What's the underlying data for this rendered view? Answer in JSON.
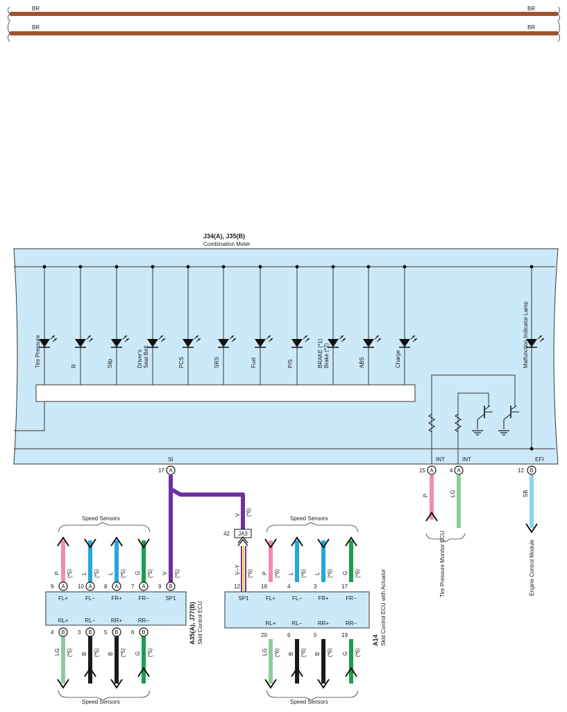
{
  "top_wires": [
    {
      "left_label": "BR",
      "right_label": "BR"
    },
    {
      "left_label": "BR",
      "right_label": "BR"
    }
  ],
  "meter": {
    "id": "J34(A), J35(B)",
    "name": "Combination Meter",
    "lamps": [
      "Tire Pressure",
      "R",
      "Slip",
      "Driver's Seat Belt",
      "PCS",
      "SRS",
      "Fuel",
      "P/S",
      "BRAKE (*1) Brake (*2)",
      "ABS",
      "Charge"
    ],
    "mil": "Malfunction Indicator Lamp",
    "terminals": {
      "si": {
        "label": "SI",
        "pin": "17",
        "conn": "A"
      },
      "int1": {
        "label": "INT",
        "pin": "15",
        "conn": "A"
      },
      "int2": {
        "label": "INT",
        "pin": "4",
        "conn": "A"
      },
      "efi": {
        "label": "EFI",
        "pin": "12",
        "conn": "B"
      }
    }
  },
  "tpms": {
    "name": "Tire Pressure Monitor ECU",
    "wire1": "P",
    "wire2": "LG"
  },
  "ecm": {
    "name": "Engine Control Module",
    "wire": "SB"
  },
  "junction": {
    "pin": "42",
    "name": "JA3",
    "wire": "V",
    "note": "(*6)"
  },
  "ecu_left": {
    "id": "A35(A), J77(B)",
    "name": "Skid Control ECU",
    "top_group": "Speed Sensors",
    "bottom_group": "Speed Sensors",
    "top_pins": [
      {
        "pin": "9",
        "conn": "A",
        "label": "FL+",
        "wire": "P",
        "note": "(*5)"
      },
      {
        "pin": "10",
        "conn": "A",
        "label": "FL−",
        "wire": "L",
        "note": "(*5)"
      },
      {
        "pin": "8",
        "conn": "A",
        "label": "FR+",
        "wire": "L",
        "note": "(*5)"
      },
      {
        "pin": "7",
        "conn": "A",
        "label": "FR−",
        "wire": "G",
        "note": "(*5)"
      },
      {
        "pin": "9",
        "conn": "B",
        "label": "SP1",
        "wire": "V",
        "note": "(*5)"
      }
    ],
    "bottom_pins": [
      {
        "pin": "4",
        "conn": "B",
        "label": "RL+",
        "wire": "LG",
        "note": "(*5)"
      },
      {
        "pin": "3",
        "conn": "B",
        "label": "RL−",
        "wire": "B",
        "note": "(*5)"
      },
      {
        "pin": "5",
        "conn": "B",
        "label": "RR+",
        "wire": "B",
        "note": "(*5)"
      },
      {
        "pin": "6",
        "conn": "B",
        "label": "RR−",
        "wire": "G",
        "note": "(*5)"
      }
    ]
  },
  "ecu_right": {
    "id": "A14",
    "name": "Skid Control ECU with Actuator",
    "top_group": "Speed Sensors",
    "bottom_group": "Speed Sensors",
    "top_pins": [
      {
        "pin": "12",
        "label": "SP1",
        "wire": "V−Y",
        "note": "(*6)"
      },
      {
        "pin": "18",
        "label": "FL+",
        "wire": "P",
        "note": "(*6)"
      },
      {
        "pin": "4",
        "label": "FL−",
        "wire": "L",
        "note": "(*6)"
      },
      {
        "pin": "3",
        "label": "FR+",
        "wire": "L",
        "note": "(*6)"
      },
      {
        "pin": "17",
        "label": "FR−",
        "wire": "G",
        "note": "(*6)"
      }
    ],
    "bottom_pins": [
      {
        "pin": "20",
        "label": "RL+",
        "wire": "LG",
        "note": "(*6)"
      },
      {
        "pin": "6",
        "label": "RL−",
        "wire": "B",
        "note": "(*6)"
      },
      {
        "pin": "5",
        "label": "RR+",
        "wire": "B",
        "note": "(*6)"
      },
      {
        "pin": "19",
        "label": "RR−",
        "wire": "G",
        "note": "(*6)"
      }
    ]
  },
  "colors": {
    "panel": "#cce9f9",
    "wire_br": "#a0522d",
    "wire_v": "#7030a0",
    "P": "#f28ab8",
    "L": "#22a8e0",
    "G": "#1aa04a",
    "LG": "#8dcc9a",
    "B": "#1a1a1a",
    "SB": "#8fd3f4",
    "Y": "#f5d800"
  }
}
